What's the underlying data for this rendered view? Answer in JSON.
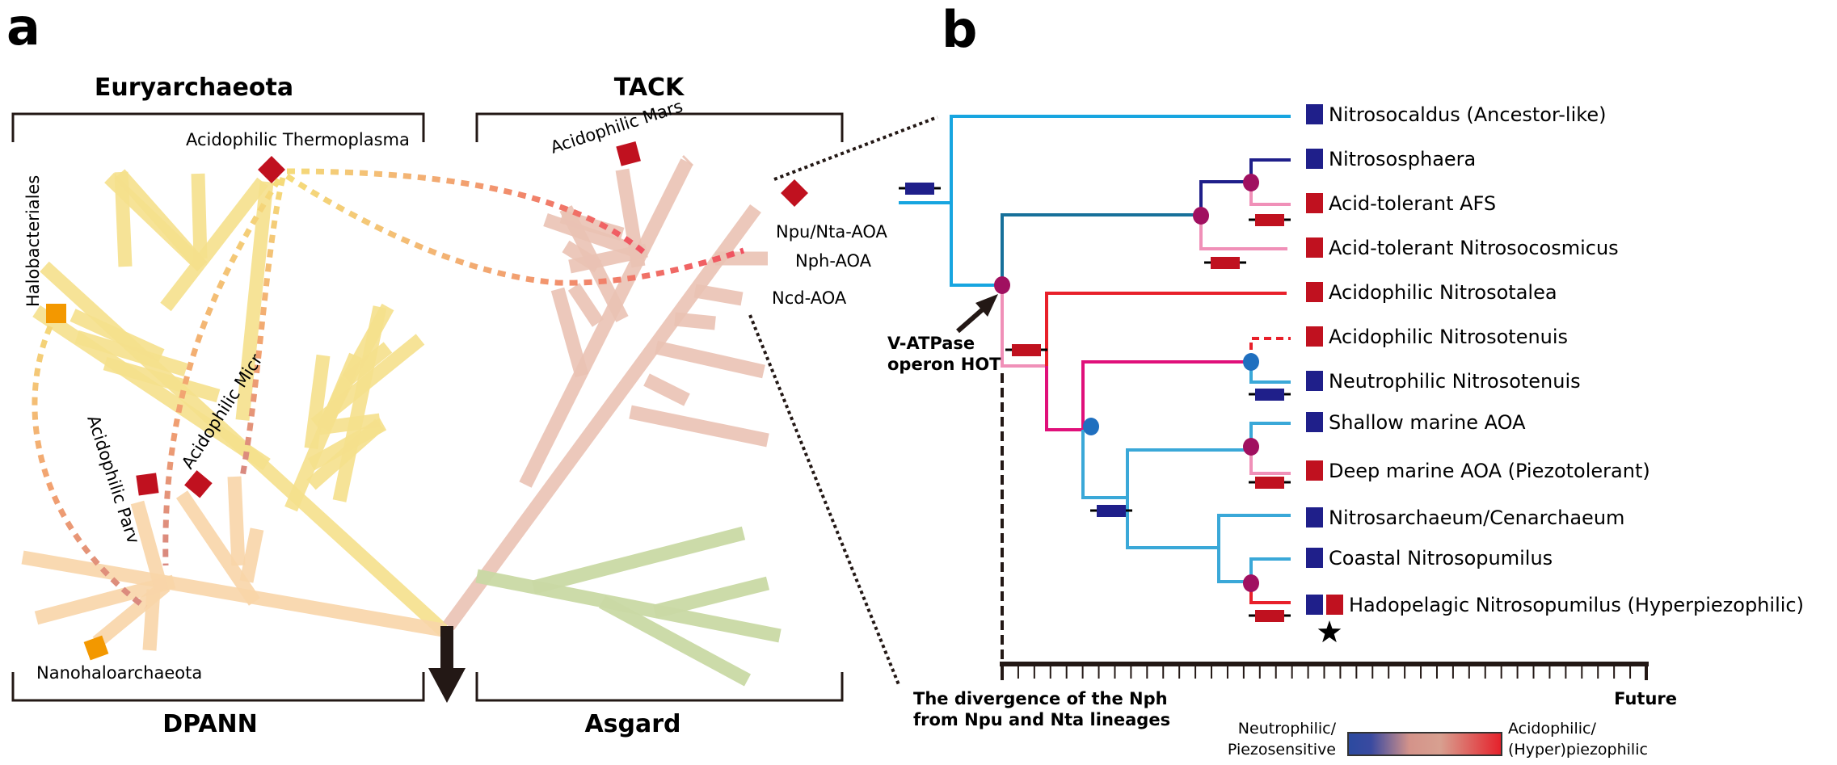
{
  "panel_a": {
    "letter": "a",
    "groups": {
      "euryarchaeota": "Euryarchaeota",
      "tack": "TACK",
      "dpann": "DPANN",
      "asgard": "Asgard"
    },
    "labels": {
      "thermoplasma": "Acidophilic Thermoplasma",
      "halobacteriales": "Halobacteriales",
      "acid_micr": "Acidophilic Micr",
      "acid_parv": "Acidophilic Parv",
      "nanohalo": "Nanohaloarchaeota",
      "acid_mars": "Acidophilic Mars",
      "npu_nta": "Npu/Nta-AOA",
      "nph": "Nph-AOA",
      "ncd": "Ncd-AOA"
    },
    "colors": {
      "euryarchaeota": "#f5e08c",
      "dpann": "#f8d5a8",
      "tack": "#eac2b4",
      "asgard": "#c9d9a4",
      "acidophile_marker": "#c0111f",
      "halophile_marker": "#f39800"
    }
  },
  "panel_b": {
    "letter": "b",
    "taxa": [
      {
        "name": "Nitrosocaldus (Ancestor-like)",
        "markers": [
          "neutro"
        ]
      },
      {
        "name": "Nitrososphaera",
        "markers": [
          "neutro"
        ]
      },
      {
        "name": "Acid-tolerant AFS",
        "markers": [
          "acido"
        ]
      },
      {
        "name": "Acid-tolerant Nitrosocosmicus",
        "markers": [
          "acido"
        ]
      },
      {
        "name": "Acidophilic Nitrosotalea",
        "markers": [
          "acido"
        ]
      },
      {
        "name": "Acidophilic Nitrosotenuis",
        "markers": [
          "acido"
        ]
      },
      {
        "name": "Neutrophilic Nitrosotenuis",
        "markers": [
          "neutro"
        ]
      },
      {
        "name": "Shallow marine AOA",
        "markers": [
          "neutro"
        ]
      },
      {
        "name": "Deep marine AOA (Piezotolerant)",
        "markers": [
          "acido"
        ]
      },
      {
        "name": "Nitrosarchaeum/Cenarchaeum",
        "markers": [
          "neutro"
        ]
      },
      {
        "name": "Coastal Nitrosopumilus",
        "markers": [
          "neutro"
        ]
      },
      {
        "name": "Hadopelagic Nitrosopumilus (Hyperpiezophilic)",
        "markers": [
          "neutro",
          "acido"
        ],
        "starred": true
      }
    ],
    "annotation": {
      "vatpase_line1": "V-ATPase",
      "vatpase_line2": "operon HOT"
    },
    "axis": {
      "start_line1": "The divergence of the Nph",
      "start_line2": "from Npu and Nta lineages",
      "end_label": "Future",
      "tick_count": 41
    },
    "legend": {
      "left_line1": "Neutrophilic/",
      "left_line2": "Piezosensitive",
      "right_line1": "Acidophilic/",
      "right_line2": "(Hyper)piezophilic",
      "gradient": [
        "#2b4aa0",
        "#8a6aa0",
        "#d4938a",
        "#d8a090",
        "#e06060",
        "#e5202a"
      ]
    },
    "colors": {
      "neutro": "#1f1f8a",
      "acido": "#c0111f",
      "node_purple": "#a01060",
      "node_blue": "#1f6fbf",
      "branch_cyan": "#17a5e0",
      "branch_teal": "#17709a",
      "branch_navy": "#1f1f8a",
      "branch_pink": "#f090b8",
      "branch_red": "#e8202a",
      "branch_magenta": "#e0107a",
      "branch_sky": "#3aa8d8"
    }
  }
}
